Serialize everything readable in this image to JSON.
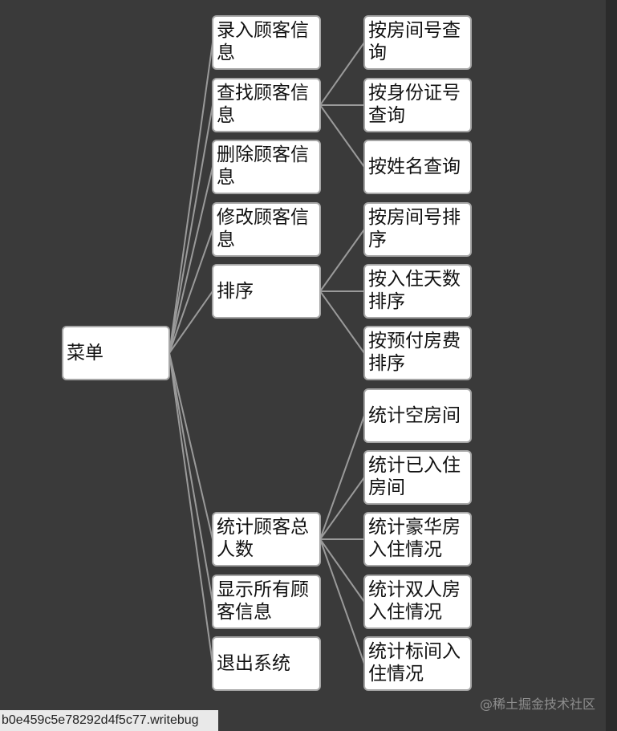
{
  "root": {
    "id": "root",
    "label": "菜单"
  },
  "level1": [
    {
      "id": "n1",
      "label": "录入顾客信息",
      "children": []
    },
    {
      "id": "n2",
      "label": "查找顾客信息",
      "children": [
        {
          "id": "n2a",
          "label": "按房间号查询"
        },
        {
          "id": "n2b",
          "label": "按身份证号查询"
        },
        {
          "id": "n2c",
          "label": "按姓名查询"
        }
      ]
    },
    {
      "id": "n3",
      "label": "删除顾客信息",
      "children": []
    },
    {
      "id": "n4",
      "label": "修改顾客信息",
      "children": []
    },
    {
      "id": "n5",
      "label": "排序",
      "children": [
        {
          "id": "n5a",
          "label": "按房间号排序"
        },
        {
          "id": "n5b",
          "label": "按入住天数排序"
        },
        {
          "id": "n5c",
          "label": "按预付房费排序"
        }
      ]
    },
    {
      "id": "n6",
      "label": "统计顾客总人数",
      "children": [
        {
          "id": "n6a",
          "label": "统计空房间"
        },
        {
          "id": "n6b",
          "label": "统计已入住房间"
        },
        {
          "id": "n6c",
          "label": "统计豪华房入住情况"
        },
        {
          "id": "n6d",
          "label": "统计双人房入住情况"
        },
        {
          "id": "n6e",
          "label": "统计标间入住情况"
        }
      ]
    },
    {
      "id": "n7",
      "label": "显示所有顾客信息",
      "children": []
    },
    {
      "id": "n8",
      "label": "退出系统",
      "children": []
    }
  ],
  "footer": {
    "url_fragment": "b0e459c5e78292d4f5c77.writebug",
    "watermark": "@稀土掘金技术社区"
  },
  "colors": {
    "background": "#3a3a3a",
    "node_fill": "#ffffff",
    "node_border": "#a6a6a6",
    "connector": "#9a9a9a"
  }
}
